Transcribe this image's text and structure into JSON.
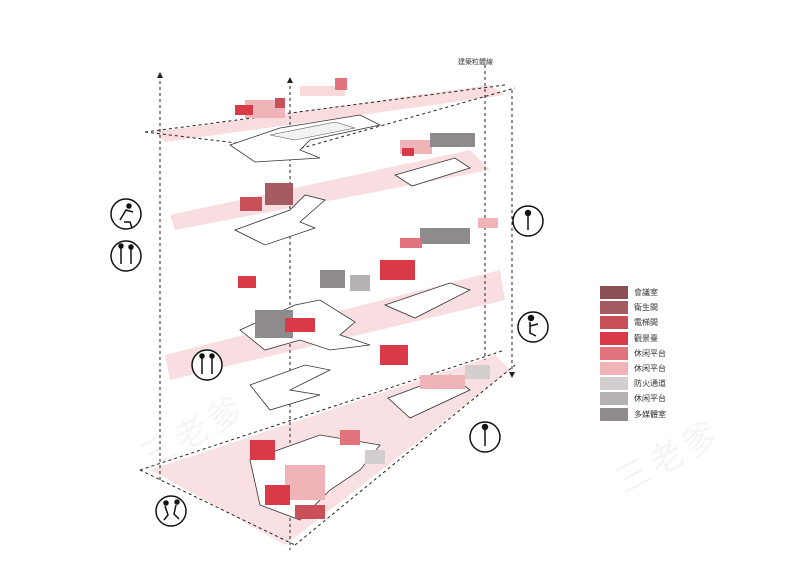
{
  "annotation": "建築粒體線",
  "legend": [
    {
      "label": "會議室",
      "color": "#8c4f55"
    },
    {
      "label": "衛生間",
      "color": "#a65a62"
    },
    {
      "label": "電梯間",
      "color": "#c94f59"
    },
    {
      "label": "觀景臺",
      "color": "#d83a47"
    },
    {
      "label": "休闲平台",
      "color": "#e2737d"
    },
    {
      "label": "休闲平台",
      "color": "#efb3b8"
    },
    {
      "label": "防火通道",
      "color": "#d4cdce"
    },
    {
      "label": "休闲平台",
      "color": "#b6b1b2"
    },
    {
      "label": "多媒體室",
      "color": "#8f8b8c"
    }
  ],
  "watermark": "三老爹",
  "colors": {
    "plane": "#f4c9cd",
    "slab": "#ffffff",
    "outline": "#333333",
    "accent": "#d83a47"
  },
  "icons": [
    "seated-person-icon",
    "standing-people-icon",
    "standing-person-icon",
    "reading-person-icon",
    "walking-people-icon",
    "standing-person-icon",
    "running-people-icon"
  ]
}
